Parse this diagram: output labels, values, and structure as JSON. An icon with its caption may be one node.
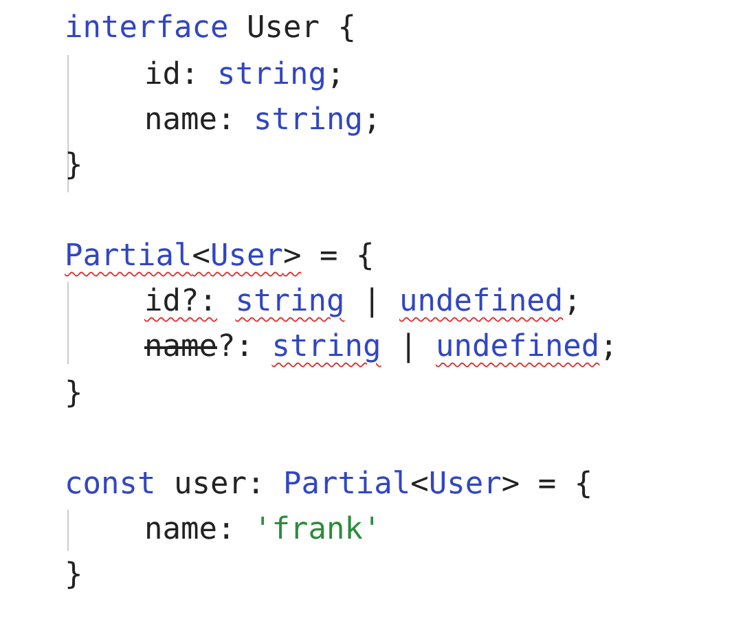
{
  "diagram": {
    "labels": [
      "interface User {",
      "id: string;",
      "name: string;",
      "}",
      "Partial<User> = {",
      "id?: string | undefined;",
      "name?: string | undefined;",
      "}",
      "const user: Partial<User> = {",
      "name: 'frank'",
      "}"
    ]
  }
}
